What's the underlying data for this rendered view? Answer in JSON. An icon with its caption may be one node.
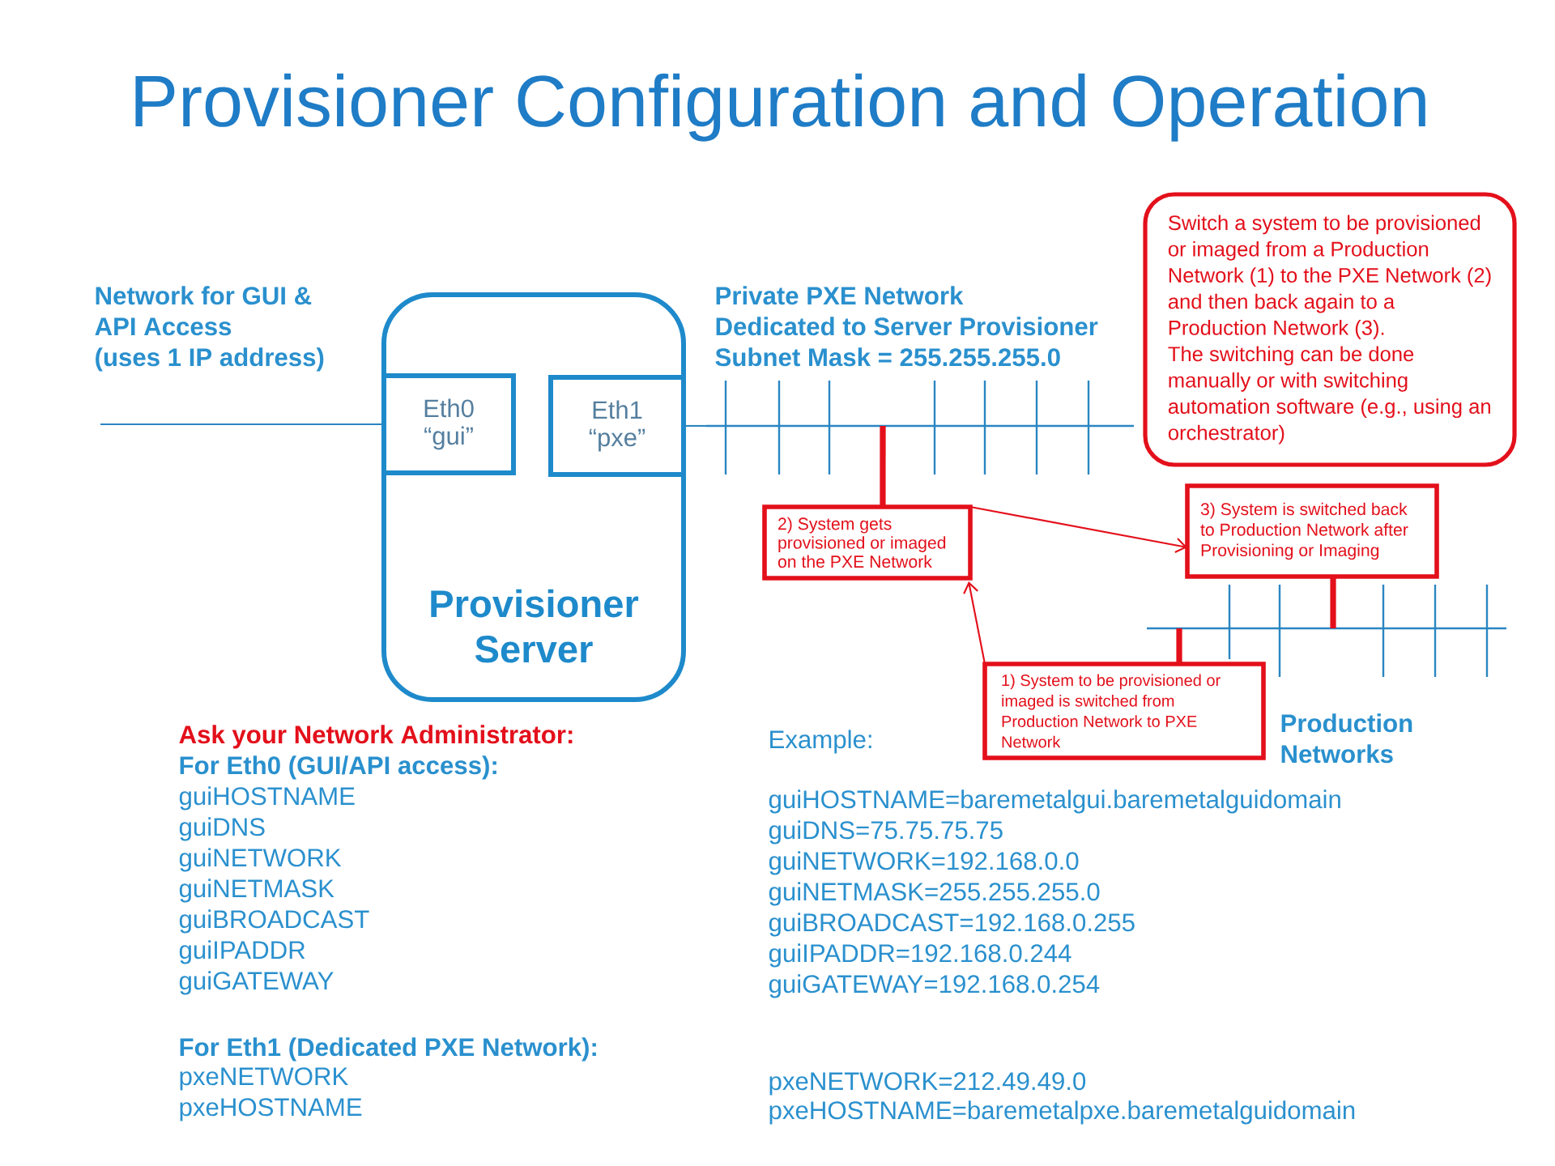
{
  "diagram": {
    "title": "Provisioner Configuration and Operation",
    "nodes": [
      {
        "text": [
          "Switch a system to be provisioned or imaged from a Production Network (1) to the PXE Network (2) and then back again to a Production Network (3).",
          "The switching can be done manually or with switching automation software (e.g., using an orchestrator)"
        ]
      },
      {
        "text": [
          "Provisioner Server"
        ]
      },
      {
        "text": [
          "Eth0 “gui”"
        ],
        "in": 1
      },
      {
        "text": [
          "Eth1 “pxe”"
        ],
        "in": 1
      },
      {
        "text": [],
        "shape": "line",
        "beside": [
          "Private PXE Network",
          "Dedicated to Server Provisioner",
          "Subnet Mask = 255.255.255.0"
        ]
      },
      {
        "text": [
          "2) System gets provisioned or imaged on the PXE Network"
        ]
      },
      {
        "text": [
          "3) System is switched back to Production Network after Provisioning or Imaging"
        ]
      },
      {
        "text": [],
        "shape": "line"
      },
      {
        "text": [
          "1) System to be provisioned or imaged is switched from Production Network to PXE Network"
        ]
      }
    ],
    "edges": [
      {
        "from": null,
        "to": 2,
        "arrow": "none",
        "color": "#2a86c2"
      },
      {
        "from": 3,
        "to": 4,
        "arrow": "none",
        "color": "#2a86c2"
      },
      {
        "from": 5,
        "to": 4,
        "arrow": "none",
        "style": "thick"
      },
      {
        "from": 6,
        "to": 7,
        "arrow": "none",
        "style": "thick"
      },
      {
        "from": 8,
        "to": 7,
        "arrow": "none",
        "style": "thick"
      },
      {
        "from": 8,
        "to": 5,
        "arrow": "to"
      },
      {
        "from": 5,
        "to": 6,
        "arrow": "to"
      }
    ],
    "labels": [
      "Network for GUI & API Access",
      "(uses 1 IP address)",
      "Production Networks",
      "Ask your Network Administrator:",
      "For Eth0 (GUI/API access):",
      "guiHOSTNAME",
      "guiDNS",
      "guiNETWORK",
      "guiNETMASK",
      "guiBROADCAST",
      "guiIPADDR",
      "guiGATEWAY",
      "For Eth1 (Dedicated PXE Network):",
      "pxeNETWORK",
      "pxeHOSTNAME",
      "Example:",
      "guiHOSTNAME=baremetalgui.baremetalguidomain",
      "guiDNS=75.75.75.75",
      "guiNETWORK=192.168.0.0",
      "guiNETMASK=255.255.255.0",
      "guiBROADCAST=192.168.0.255",
      "guiIPADDR=192.168.0.244",
      "guiGATEWAY=192.168.0.254",
      "pxeNETWORK=212.49.49.0",
      "pxeHOSTNAME=baremetalpxe.baremetalguidomain"
    ]
  }
}
